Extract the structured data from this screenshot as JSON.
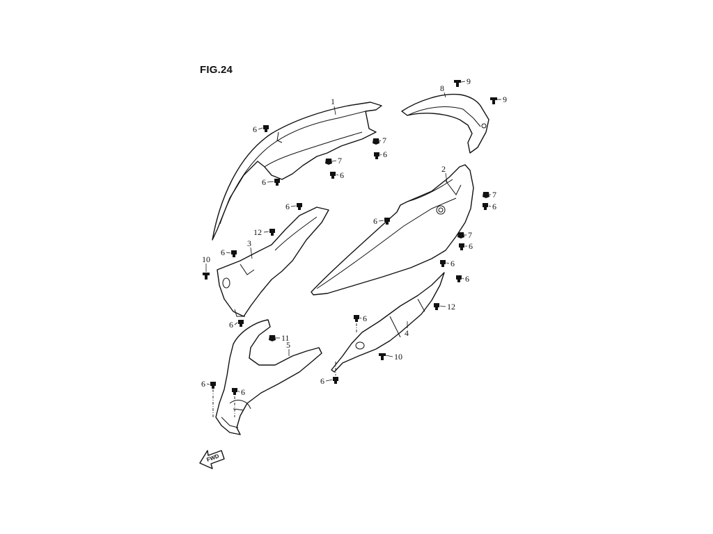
{
  "figure": {
    "title": "FIG.24"
  },
  "parts": [
    {
      "id": "p1",
      "label": "1"
    },
    {
      "id": "p2",
      "label": "2"
    },
    {
      "id": "p3",
      "label": "3"
    },
    {
      "id": "p4",
      "label": "4"
    },
    {
      "id": "p5",
      "label": "5"
    },
    {
      "id": "p8",
      "label": "8"
    }
  ],
  "fasteners": [
    {
      "id": "f1",
      "label": "6"
    },
    {
      "id": "f2",
      "label": "7"
    },
    {
      "id": "f3",
      "label": "6"
    },
    {
      "id": "f4",
      "label": "7"
    },
    {
      "id": "f5",
      "label": "6"
    },
    {
      "id": "f6",
      "label": "6"
    },
    {
      "id": "f7",
      "label": "6"
    },
    {
      "id": "f8",
      "label": "12"
    },
    {
      "id": "f9",
      "label": "6"
    },
    {
      "id": "f10",
      "label": "10"
    },
    {
      "id": "f11",
      "label": "6"
    },
    {
      "id": "f12",
      "label": "11"
    },
    {
      "id": "f13",
      "label": "6"
    },
    {
      "id": "f14",
      "label": "6"
    },
    {
      "id": "f15",
      "label": "9"
    },
    {
      "id": "f16",
      "label": "9"
    },
    {
      "id": "f17",
      "label": "7"
    },
    {
      "id": "f18",
      "label": "6"
    },
    {
      "id": "f19",
      "label": "6"
    },
    {
      "id": "f20",
      "label": "7"
    },
    {
      "id": "f21",
      "label": "6"
    },
    {
      "id": "f22",
      "label": "6"
    },
    {
      "id": "f23",
      "label": "6"
    },
    {
      "id": "f24",
      "label": "12"
    },
    {
      "id": "f25",
      "label": "6"
    },
    {
      "id": "f26",
      "label": "10"
    },
    {
      "id": "f27",
      "label": "6"
    }
  ],
  "direction": {
    "label": "FWD"
  }
}
